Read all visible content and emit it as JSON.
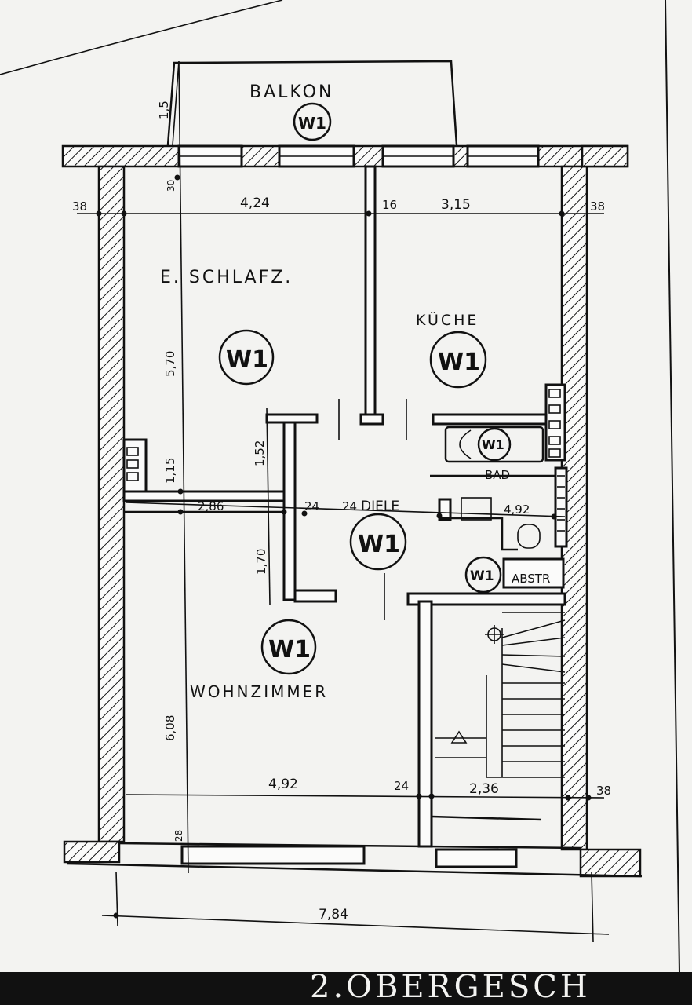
{
  "rooms": {
    "balkon": "BALKON",
    "schlafz": "E. SCHLAFZ.",
    "kueche": "KÜCHE",
    "diele": "DIELE",
    "wohnzimmer": "WOHNZIMMER",
    "bad": "BAD",
    "abstr": "ABSTR"
  },
  "wlabel": "W1",
  "dims": {
    "balkon_depth": "1,5",
    "wall_left": "38",
    "wall_right": "38",
    "top_left": "4,24",
    "top_mid": "16",
    "top_right": "3,15",
    "wall_30": "30",
    "schlafz_height": "5,70",
    "flur_152": "1,52",
    "flur_115": "1,15",
    "d_286": "2,86",
    "d_24a": "24",
    "d_24b": "24",
    "d_492b": "4,92",
    "wz_170": "1,70",
    "wz_height": "6,08",
    "bottom_492": "4,92",
    "bottom_24": "24",
    "bottom_236": "2,36",
    "bottom_38": "38",
    "bottom_28": "28",
    "total": "7,84"
  },
  "footer": {
    "title": "2.OBERGESCH"
  }
}
